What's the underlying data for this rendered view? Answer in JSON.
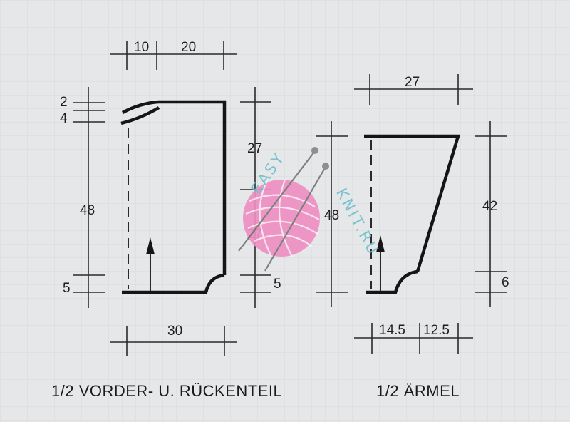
{
  "body_panel": {
    "caption": "1/2 VORDER- U. RÜCKENTEIL",
    "dims": {
      "top_left": "10",
      "top_right": "20",
      "neck_2": "2",
      "neck_4": "4",
      "height_total": "48",
      "armhole_27": "27",
      "side_27": "27",
      "bottom_5_left": "5",
      "bottom_5_right": "5",
      "bottom_width": "30"
    }
  },
  "sleeve_panel": {
    "caption": "1/2 ÄRMEL",
    "dims": {
      "top_width": "27",
      "left_height": "48",
      "right_height": "42",
      "cuff_6": "6",
      "bottom_left": "14.5",
      "bottom_right": "12.5"
    }
  },
  "watermark": {
    "text_left": "EASY",
    "text_right": "KNIT.RU",
    "ball_color": "#ee90c4",
    "text_color": "#6ec0cc"
  }
}
